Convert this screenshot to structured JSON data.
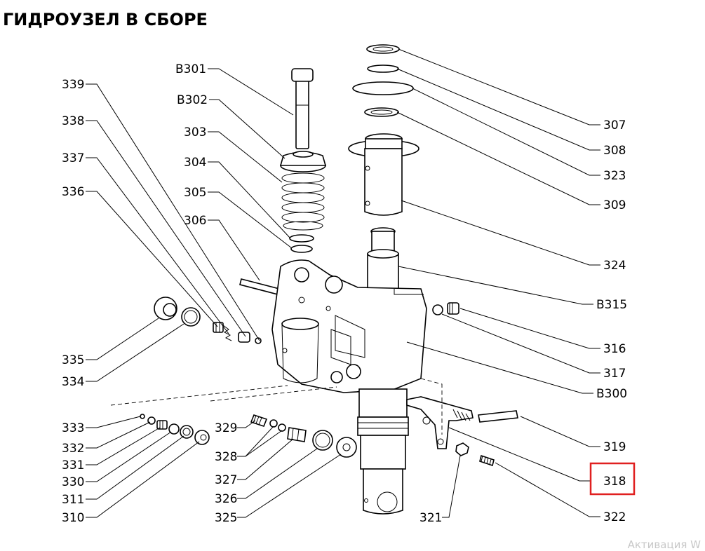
{
  "title": "ГИДРОУЗЕЛ В СБОРЕ",
  "watermark": "Активация W",
  "highlight_color": "#e02020",
  "highlighted_label": "318",
  "labels": {
    "B301": "B301",
    "B302": "B302",
    "303": "303",
    "304": "304",
    "305": "305",
    "306": "306",
    "339": "339",
    "338": "338",
    "337": "337",
    "336": "336",
    "335": "335",
    "334": "334",
    "333": "333",
    "332": "332",
    "331": "331",
    "330": "330",
    "311": "311",
    "310": "310",
    "329": "329",
    "328": "328",
    "327": "327",
    "326": "326",
    "325": "325",
    "321": "321",
    "307": "307",
    "308": "308",
    "323": "323",
    "309": "309",
    "324": "324",
    "B315": "B315",
    "316": "316",
    "317": "317",
    "B300": "B300",
    "319": "319",
    "318": "318",
    "322": "322"
  }
}
